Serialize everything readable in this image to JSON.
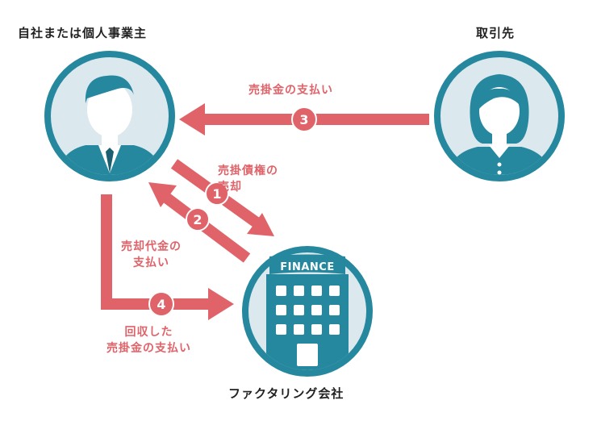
{
  "parties": {
    "self": "自社または個人事業主",
    "partner": "取引先",
    "factoring": "ファクタリング会社"
  },
  "building_sign": "FINANCE",
  "flows": [
    {
      "num": "1",
      "label": "売掛債権の\n売却"
    },
    {
      "num": "2",
      "label": "売却代金の\n支払い"
    },
    {
      "num": "3",
      "label": "売掛金の支払い"
    },
    {
      "num": "4",
      "label": "回収した\n売掛金の支払い"
    }
  ],
  "colors": {
    "accent": "#e0636a",
    "teal": "#25889e",
    "circle_fill": "#dbe8ee",
    "dark": "#222222"
  }
}
